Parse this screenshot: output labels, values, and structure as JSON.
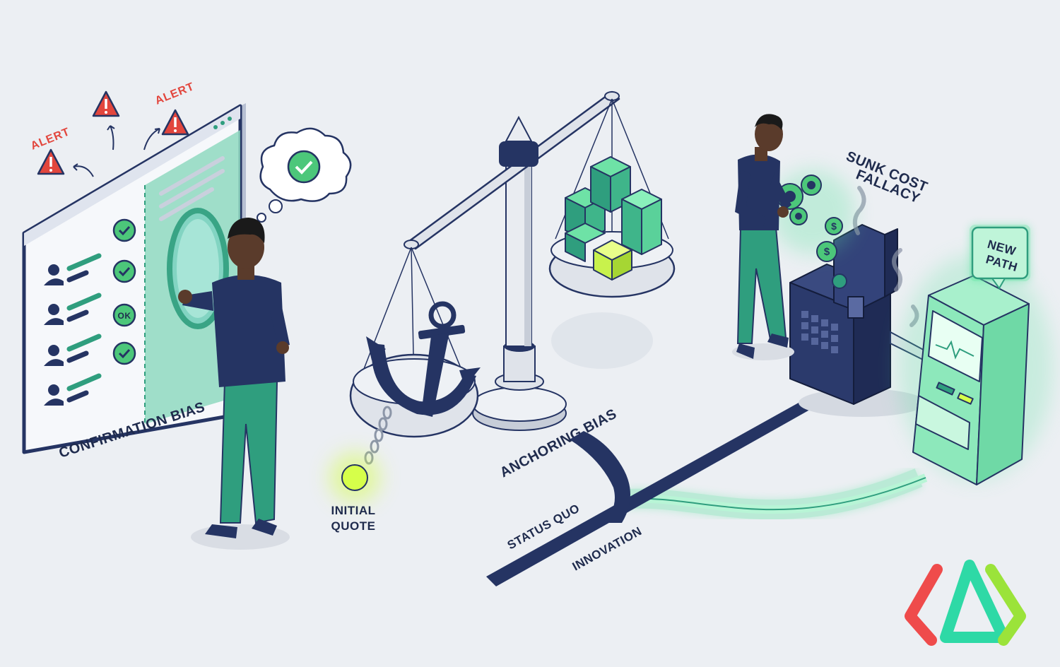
{
  "labels": {
    "confirmation_bias": "CONFIRMATION BIAS",
    "anchoring_bias": "ANCHORING BIAS",
    "sunk_cost": "SUNK COST",
    "fallacy": "FALLACY",
    "initial": "INITIAL",
    "quote": "QUOTE",
    "status_quo": "STATUS QUO",
    "innovation": "INNOVATION",
    "new": "NEW",
    "path": "PATH",
    "alert": "ALERT",
    "ok": "OK"
  },
  "colors": {
    "navy": "#253463",
    "green": "#2f9e7e",
    "mint": "#5fe3a1",
    "lime": "#c8f24c",
    "alert_red": "#e2463d",
    "background": "#eceff3"
  },
  "icons": [
    "alert-triangle-icon",
    "check-circle-icon",
    "user-icon",
    "anchor-icon",
    "gear-icon",
    "dollar-coin-icon",
    "pulse-line-icon",
    "logo-mark"
  ]
}
